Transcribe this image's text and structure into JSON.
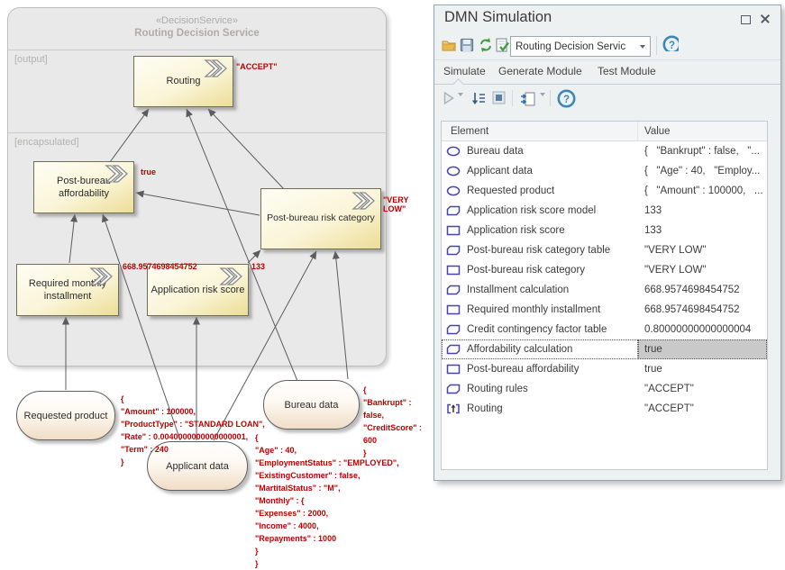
{
  "colors": {
    "annotation_red": "#c00000",
    "decision_fill_bottom": "#ecdd96",
    "input_fill_bottom": "#f0ddc6",
    "container_gray": "#e9e9e9",
    "row_icon_blue": "#4543b0",
    "selected_row_gray": "#c9c9c9",
    "refresh_green": "#3f9e3f",
    "folder_yellow": "#e9b94e",
    "help_blue": "#3f87b5"
  },
  "diagram": {
    "container": {
      "stereotype": "«DecisionService»",
      "title": "Routing Decision Service",
      "output_section": "[output]",
      "encapsulated_section": "[encapsulated]"
    },
    "decisions": {
      "routing": {
        "label": "Routing",
        "annotation": "\"ACCEPT\""
      },
      "post_bureau_affordability": {
        "label": "Post-bureau affordability",
        "annotation": "true"
      },
      "post_bureau_risk_category": {
        "label": "Post-bureau risk category",
        "annotation": "\"VERY LOW\""
      },
      "required_monthly_installment": {
        "label": "Required monthly installment",
        "annotation": "668.9574698454752"
      },
      "application_risk_score": {
        "label": "Application risk score",
        "annotation": "133"
      }
    },
    "inputs": {
      "requested_product": {
        "label": "Requested product",
        "annotation": "{\n\"Amount\" : 100000,\n\"ProductType\" : \"STANDARD LOAN\",\n\"Rate\" : 0.0040000000000000001,\n\"Term\" : 240\n}"
      },
      "applicant_data": {
        "label": "Applicant data",
        "annotation": "{\n\"Age\" : 40,\n\"EmploymentStatus\" : \"EMPLOYED\",\n\"ExistingCustomer\" : false,\n\"MartitalStatus\" : \"M\",\n\"Monthly\" : {\n\"Expenses\" : 2000,\n\"Income\" : 4000,\n\"Repayments\" : 1000\n}\n}"
      },
      "bureau_data": {
        "label": "Bureau data",
        "annotation": "{\n\"Bankrupt\" : false,\n\"CreditScore\" : 600\n}"
      }
    }
  },
  "window": {
    "title": "DMN Simulation",
    "toolbar": {
      "model_select_value": "Routing Decision Servic"
    },
    "tabs": {
      "simulate": "Simulate",
      "generate_module": "Generate Module",
      "test_module": "Test Module"
    },
    "table": {
      "columns": {
        "element": "Element",
        "value": "Value"
      },
      "rows": [
        {
          "icon": "input-data-icon",
          "element": "Bureau data",
          "value": "{   \"Bankrupt\" : false,   \"...",
          "selected": false
        },
        {
          "icon": "input-data-icon",
          "element": "Applicant data",
          "value": "{   \"Age\" : 40,   \"Employ...",
          "selected": false
        },
        {
          "icon": "input-data-icon",
          "element": "Requested product",
          "value": "{   \"Amount\" : 100000,   ...",
          "selected": false
        },
        {
          "icon": "bkm-icon",
          "element": "Application risk score model",
          "value": "133",
          "selected": false
        },
        {
          "icon": "decision-icon",
          "element": "Application risk score",
          "value": "133",
          "selected": false
        },
        {
          "icon": "bkm-icon",
          "element": "Post-bureau risk category table",
          "value": "\"VERY LOW\"",
          "selected": false
        },
        {
          "icon": "decision-icon",
          "element": "Post-bureau risk category",
          "value": "\"VERY LOW\"",
          "selected": false
        },
        {
          "icon": "bkm-icon",
          "element": "Installment calculation",
          "value": "668.9574698454752",
          "selected": false
        },
        {
          "icon": "decision-icon",
          "element": "Required monthly installment",
          "value": "668.9574698454752",
          "selected": false
        },
        {
          "icon": "bkm-icon",
          "element": "Credit contingency factor table",
          "value": "0.80000000000000004",
          "selected": false
        },
        {
          "icon": "bkm-icon",
          "element": "Affordability calculation",
          "value": "true",
          "selected": true
        },
        {
          "icon": "decision-icon",
          "element": "Post-bureau affordability",
          "value": "true",
          "selected": false
        },
        {
          "icon": "bkm-icon",
          "element": "Routing rules",
          "value": "\"ACCEPT\"",
          "selected": false
        },
        {
          "icon": "decision-output-icon",
          "element": "Routing",
          "value": "\"ACCEPT\"",
          "selected": false
        }
      ]
    }
  }
}
